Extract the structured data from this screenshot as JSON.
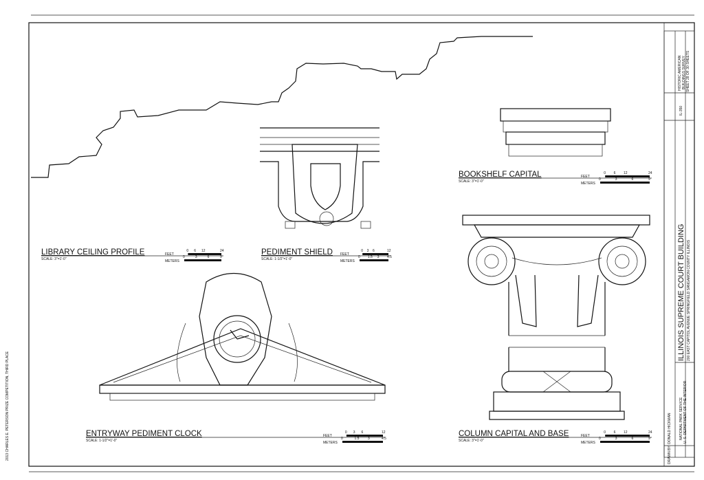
{
  "sheet": {
    "building_title": "ILLINOIS SUPREME COURT BUILDING",
    "address": "200 EAST CAPITOL AVENUE   SPRINGFIELD   SANGAMON COUNTY   ILLINOIS",
    "survey": [
      "HISTORIC AMERICAN",
      "BUILDINGS SURVEY",
      "SHEET 28 OF 30 SHEETS"
    ],
    "survey_number": "IL-350",
    "agency": [
      "NATIONAL PARK SERVICE",
      "U. S. DEPARTMENT OF THE INTERIOR"
    ],
    "drawn_by": "DRAWN BY: DONALD HICKMAN",
    "competition_note": "2013 CHARLES E. PETERSON PRIZE COMPETITION, THIRD PLACE"
  },
  "drawings": [
    {
      "title": "LIBRARY CEILING PROFILE",
      "scale": "SCALE: 3\"=1'-0\"",
      "feet_ticks": [
        "0",
        "6",
        "12",
        "24"
      ],
      "meters_ticks": [
        "0",
        "3",
        "6",
        "9"
      ]
    },
    {
      "title": "PEDIMENT SHIELD",
      "scale": "SCALE: 1-1/2\"=1'-0\"",
      "feet_ticks": [
        "0",
        "3",
        "6",
        "12"
      ],
      "meters_ticks": [
        "0",
        "1.5",
        "3",
        "4.5"
      ]
    },
    {
      "title": "BOOKSHELF CAPITAL",
      "scale": "SCALE: 3\"=1'-0\"",
      "feet_ticks": [
        "0",
        "6",
        "12",
        "24"
      ],
      "meters_ticks": [
        "0",
        "3",
        "6",
        "9"
      ]
    },
    {
      "title": "ENTRYWAY  PEDIMENT CLOCK",
      "scale": "SCALE: 1-1/2\"=1'-0\"",
      "feet_ticks": [
        "0",
        "3",
        "6",
        "12"
      ],
      "meters_ticks": [
        "0",
        "1.5",
        "3",
        "4.5"
      ]
    },
    {
      "title": "COLUMN CAPITAL AND BASE",
      "scale": "SCALE: 3\"=1'-0\"",
      "feet_ticks": [
        "0",
        "6",
        "12",
        "24"
      ],
      "meters_ticks": [
        "0",
        "3",
        "6",
        "9"
      ]
    }
  ],
  "scale_labels": {
    "feet": "FEET",
    "meters": "METERS"
  }
}
